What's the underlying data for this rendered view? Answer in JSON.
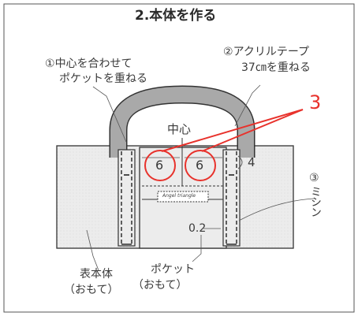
{
  "title": "2.本体を作る",
  "labels": {
    "step1_num": "①",
    "step1_line1": "中心を合わせて",
    "step1_line2": "ポケットを重ねる",
    "step2_num": "②",
    "step2_line1": "アクリルテープ",
    "step2_line2": "37㎝を重ねる",
    "callout_number": "3",
    "center": "中心",
    "dim_left": "6",
    "dim_right": "6",
    "dim_side": "4",
    "step3_num": "③",
    "step3_text": "ミシン",
    "seam_allowance": "0.2",
    "body_line1": "表本体",
    "body_line2": "（おもて）",
    "pocket_line1": "ポケット",
    "pocket_line2": "（おもて）",
    "tag_text": "Angel triangle"
  },
  "colors": {
    "accent_red": "#e8322c",
    "fabric_fill": "#ececec",
    "strap_fill": "#a9a9a9",
    "outline": "#333333"
  }
}
